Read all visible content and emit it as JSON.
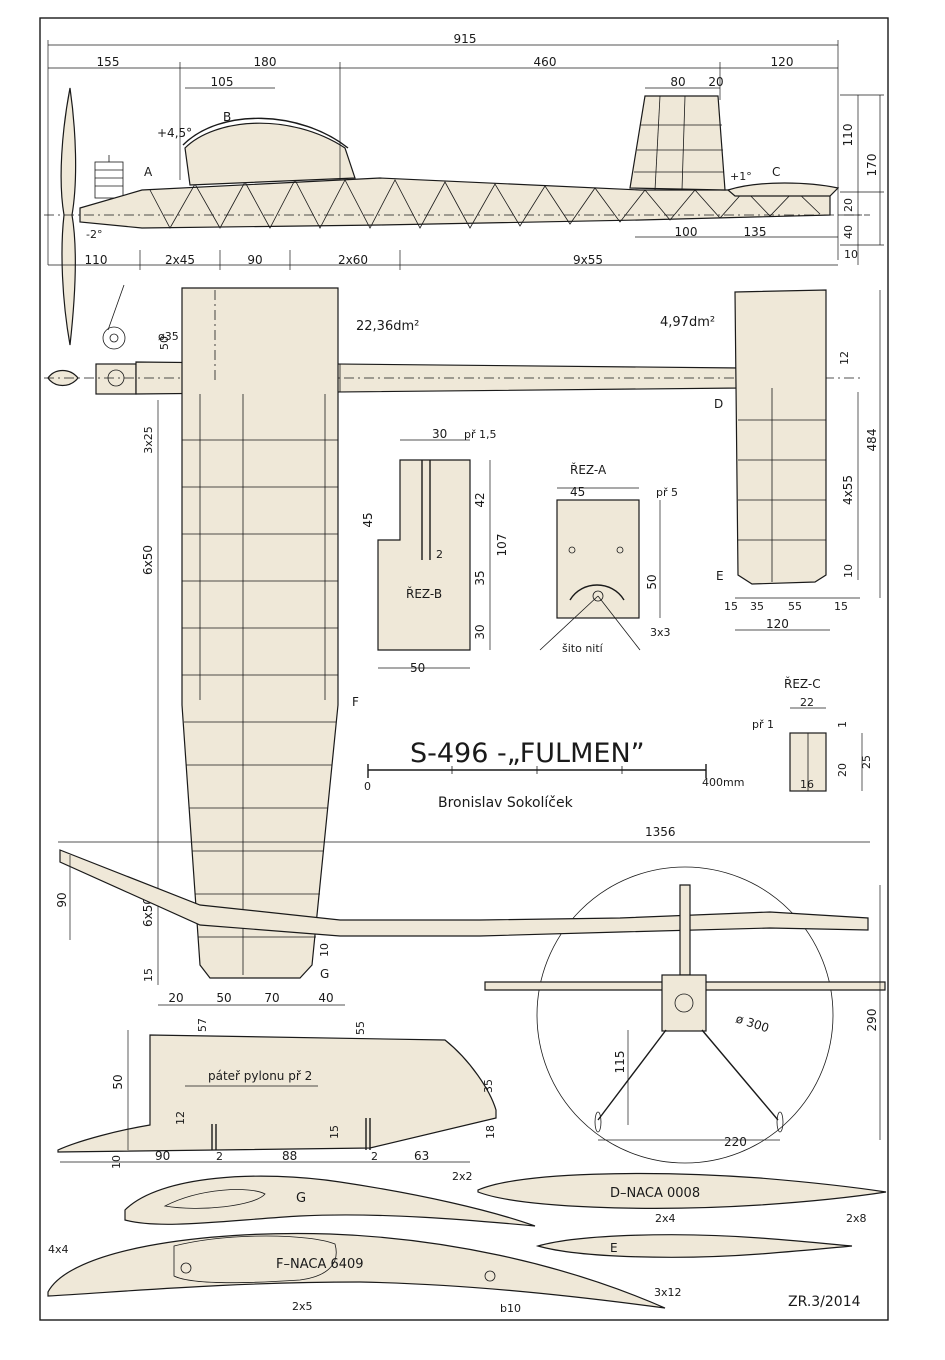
{
  "title": "S-496 -„FULMEN”",
  "author": "Bronislav Sokolíček",
  "issue": "ZR.3/2014",
  "scale": {
    "start": "0",
    "end": "400mm"
  },
  "areas": {
    "wing": "22,36dm²",
    "stab": "4,97dm²"
  },
  "section_labels": {
    "A": "A",
    "B": "B",
    "C": "C",
    "D": "D",
    "E": "E",
    "F": "F",
    "G": "G",
    "rez_a": "ŘEZ-A",
    "rez_b": "ŘEZ-B",
    "rez_c": "ŘEZ-C"
  },
  "airfoils": {
    "stab": "D–NACA 0008",
    "wing": "F–NACA 6409",
    "e": "E",
    "g": "G"
  },
  "notes": {
    "sito": "šito nití",
    "pylon": "páteř pylonu  př 2",
    "pr15": "př 1,5",
    "pr5": "př 5",
    "pr1": "př 1",
    "angle_pos": "+4,5°",
    "angle_neg": "-2°",
    "angle_stab": "+1°",
    "prop_dia": "ø35",
    "circle_dia": "ø 300"
  },
  "dims": {
    "top": [
      "915",
      "155",
      "180",
      "460",
      "120",
      "105",
      "80",
      "20"
    ],
    "bottom": [
      "110",
      "2x45",
      "90",
      "2x60",
      "9x55",
      "100",
      "135",
      "10"
    ],
    "right": [
      "110",
      "170",
      "20",
      "40",
      "12",
      "484",
      "4x55",
      "10"
    ],
    "wing": [
      "50",
      "3x25",
      "6x50",
      "6x50",
      "15",
      "20",
      "50",
      "70",
      "40",
      "10"
    ],
    "stab_plan": [
      "15",
      "35",
      "55",
      "15",
      "120"
    ],
    "rez_b": [
      "30",
      "45",
      "42",
      "107",
      "35",
      "30",
      "50",
      "2"
    ],
    "rez_a": [
      "45",
      "50",
      "3x3"
    ],
    "rez_c": [
      "22",
      "1",
      "20",
      "25",
      "16"
    ],
    "front": [
      "1356",
      "90",
      "290",
      "115",
      "220"
    ],
    "pylon": [
      "57",
      "55",
      "50",
      "35",
      "12",
      "15",
      "18",
      "10",
      "90",
      "2",
      "88",
      "2",
      "63"
    ],
    "spars": [
      "2x2",
      "2x4",
      "2x8",
      "4x4",
      "2x5",
      "b10",
      "3x12"
    ]
  }
}
